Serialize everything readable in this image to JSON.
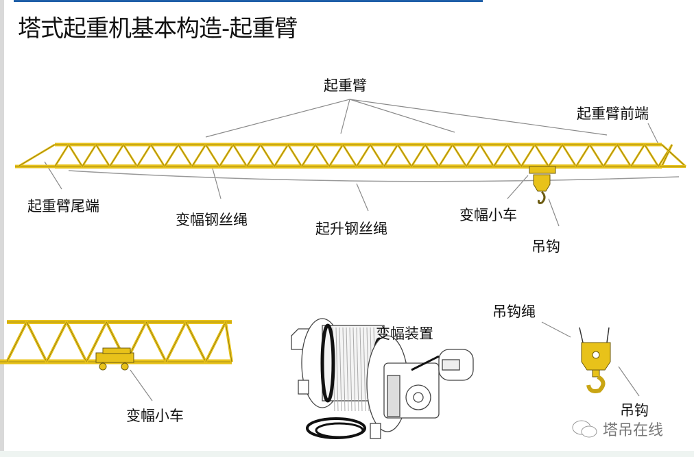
{
  "title": "塔式起重机基本构造-起重臂",
  "labels": {
    "jib": "起重臂",
    "jib_front": "起重臂前端",
    "jib_tail": "起重臂尾端",
    "luffing_rope": "变幅钢丝绳",
    "hoisting_rope": "起升钢丝绳",
    "trolley": "变幅小车",
    "hook": "吊钩",
    "trolley_detail": "变幅小车",
    "luffing_device": "变幅装置",
    "hook_rope": "吊钩绳",
    "hook_detail": "吊钩"
  },
  "watermark": "塔吊在线",
  "colors": {
    "truss": "#e8c21a",
    "truss_edge": "#6b5a10",
    "leader": "#8a8a8a",
    "accent": "#1f5fa8"
  }
}
